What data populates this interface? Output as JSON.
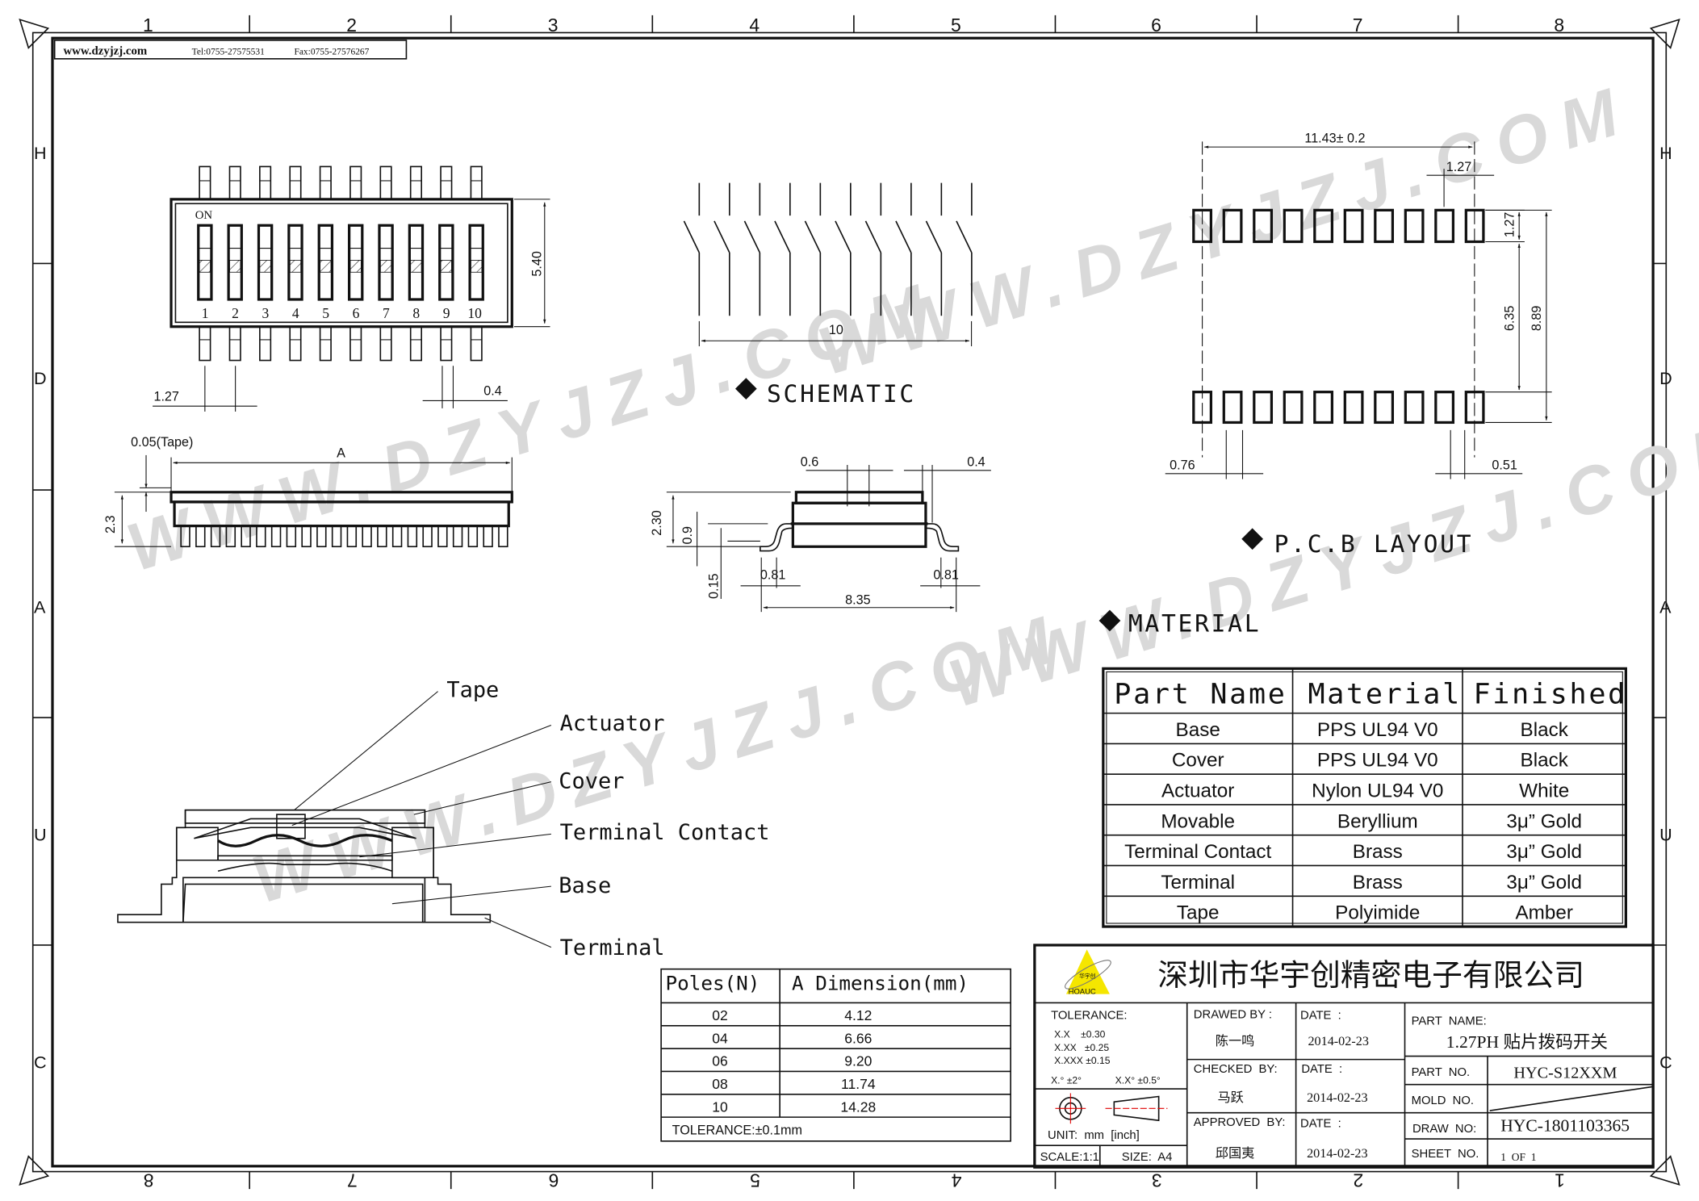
{
  "colors": {
    "line": "#111111",
    "watermark": "#d9d9d9",
    "logo_yellow": "#f5e600",
    "center_red": "#e00000"
  },
  "ruler": {
    "top": [
      "1",
      "2",
      "3",
      "4",
      "5",
      "6",
      "7",
      "8"
    ],
    "bottom": [
      "8",
      "7",
      "6",
      "5",
      "4",
      "3",
      "2",
      "1"
    ],
    "sides": [
      "H",
      "D",
      "A",
      "U",
      "C"
    ]
  },
  "header": {
    "site": "www.dzyjzj.com",
    "tel": "Tel:0755-27575531",
    "fax": "Fax:0755-27576267"
  },
  "watermark": "WWW.DZYJZJ.COM",
  "top_view": {
    "on_label": "ON",
    "numbers": [
      "1",
      "2",
      "3",
      "4",
      "5",
      "6",
      "7",
      "8",
      "9",
      "10"
    ],
    "dim_height": "5.40",
    "dim_pitch": "1.27",
    "dim_pin": "0.4"
  },
  "side_view": {
    "dim_tape": "0.05(Tape)",
    "dim_length": "A",
    "dim_height": "2.3"
  },
  "schematic": {
    "title": "SCHEMATIC",
    "dim_width": "10",
    "switch_count": 10
  },
  "end_view": {
    "dim_a": "0.6",
    "dim_b": "0.4",
    "dim_height": "2.30",
    "dim_c": "0.9",
    "dim_d": "0.15",
    "dim_e": "0.81",
    "dim_f": "0.81",
    "dim_width": "8.35"
  },
  "pcb": {
    "title": "P.C.B LAYOUT",
    "dim_total": "11.43± 0.2",
    "dim_pitch": "1.27",
    "dim_pad_h": "1.27",
    "dim_inner": "6.35",
    "dim_outer": "8.89",
    "dim_pad_w": "0.76",
    "dim_gap": "0.51"
  },
  "material": {
    "title": "MATERIAL",
    "headers": [
      "Part Name",
      "Material",
      "Finished"
    ],
    "rows": [
      [
        "Base",
        "PPS UL94 V0",
        "Black"
      ],
      [
        "Cover",
        "PPS UL94 V0",
        "Black"
      ],
      [
        "Actuator",
        "Nylon UL94 V0",
        "White"
      ],
      [
        "Movable",
        "Beryllium",
        "3μ” Gold"
      ],
      [
        "Terminal Contact",
        "Brass",
        "3μ” Gold"
      ],
      [
        "Terminal",
        "Brass",
        "3μ” Gold"
      ],
      [
        "Tape",
        "Polyimide",
        "Amber"
      ]
    ]
  },
  "cross_section": {
    "labels": [
      "Tape",
      "Actuator",
      "Cover",
      "Terminal Contact",
      "Base",
      "Terminal"
    ]
  },
  "poles": {
    "headers": [
      "Poles(N)",
      "A Dimension(mm)"
    ],
    "rows": [
      [
        "02",
        "4.12"
      ],
      [
        "04",
        "6.66"
      ],
      [
        "06",
        "9.20"
      ],
      [
        "08",
        "11.74"
      ],
      [
        "10",
        "14.28"
      ]
    ],
    "tolerance": "TOLERANCE:±0.1mm"
  },
  "title_block": {
    "logo_text": "华宇创",
    "logo_brand": "HOAUC",
    "company": "深圳市华宇创精密电子有限公司",
    "tolerance_label": "TOLERANCE:",
    "tol_lines": [
      "X.X    ±0.30",
      "X.XX   ±0.25",
      "X.XXX ±0.15"
    ],
    "tol_angle": [
      "X.° ±2°",
      "X.X° ±0.5°"
    ],
    "unit": "UNIT:  mm  [inch]",
    "scale": "SCALE:1:1",
    "size": "SIZE:  A4",
    "drawed_label": "DRAWED BY :",
    "drawed_name": "陈一鸣",
    "checked_label": "CHECKED  BY:",
    "checked_name": "马跃",
    "approved_label": "APPROVED  BY:",
    "approved_name": "邱国夷",
    "date_label": "DATE  :",
    "dates": [
      "2014-02-23",
      "2014-02-23",
      "2014-02-23"
    ],
    "part_name_label": "PART  NAME:",
    "part_name": "1.27PH 贴片拨码开关",
    "part_no_label": "PART  NO.",
    "part_no": "HYC-S12XXM",
    "mold_no_label": "MOLD  NO.",
    "draw_no_label": "DRAW  NO:",
    "draw_no": "HYC-1801103365",
    "sheet_no_label": "SHEET  NO.",
    "sheet_no": "1  OF  1"
  }
}
